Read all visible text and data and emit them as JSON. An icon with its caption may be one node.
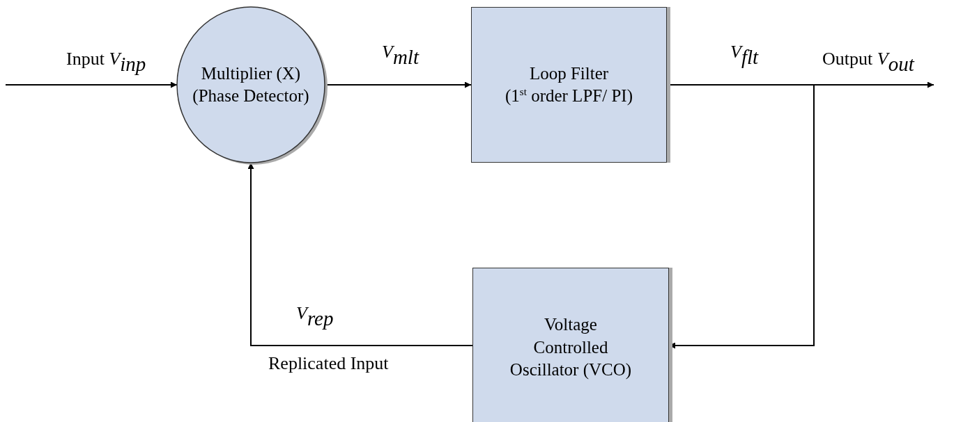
{
  "diagram": {
    "nodes": [
      {
        "text": [
          "Multiplier (X) (Phase Detector)"
        ]
      },
      {
        "text": [
          "Loop Filter",
          "(1$^{st}$ order LPF/ PI)"
        ]
      },
      {
        "text": [
          "Voltage Controlled Oscillator (VCO)"
        ]
      }
    ],
    "edges": [
      {
        "from": null,
        "to": 0,
        "arrow": "to",
        "label": "Input *V*$_{inp}$"
      },
      {
        "from": 0,
        "to": 1,
        "arrow": "to",
        "label": "*V*$_{mlt}$"
      },
      {
        "from": 1,
        "to": null,
        "arrow": "to",
        "label": "*V*$_{flt}$"
      },
      {
        "from": 1,
        "to": 2,
        "arrow": "to"
      },
      {
        "from": 2,
        "to": 0,
        "arrow": "to",
        "label": "*V*$_{rep}$"
      }
    ],
    "labels": [
      "Output *V*$_{out}$",
      "Replicated Input"
    ]
  }
}
